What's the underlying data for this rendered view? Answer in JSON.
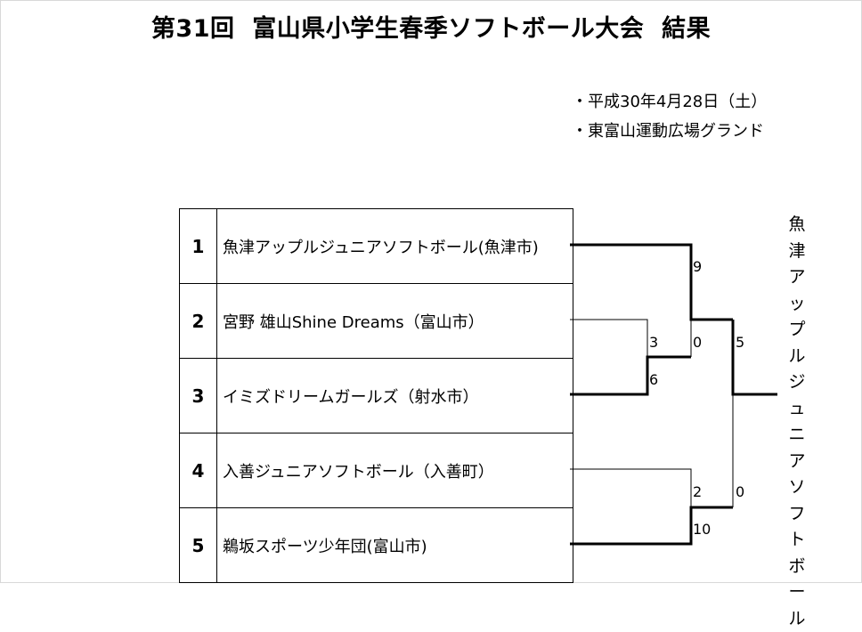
{
  "header": {
    "title": "第31回  富山県小学生春季ソフトボール大会  結果",
    "date": "・平成30年4月28日（土）",
    "venue": "・東富山運動広場グランド"
  },
  "teams": [
    {
      "seed": "1",
      "name": "魚津アップルジュニアソフトボール(魚津市)"
    },
    {
      "seed": "2",
      "name": "宮野 雄山Shine Dreams（富山市）"
    },
    {
      "seed": "3",
      "name": "イミズドリームガールズ（射水市）"
    },
    {
      "seed": "4",
      "name": "入善ジュニアソフトボール（入善町）"
    },
    {
      "seed": "5",
      "name": "鵜坂スポーツ少年団(富山市)"
    }
  ],
  "scores": {
    "r1_top": "3",
    "r1_bottom": "6",
    "semi1_top": "9",
    "semi1_bottom": "0",
    "semi2_top": "2",
    "semi2_bottom": "10",
    "final_top": "5",
    "final_bottom": "0"
  },
  "champion": "魚津アップルジュニアソフトボール"
}
